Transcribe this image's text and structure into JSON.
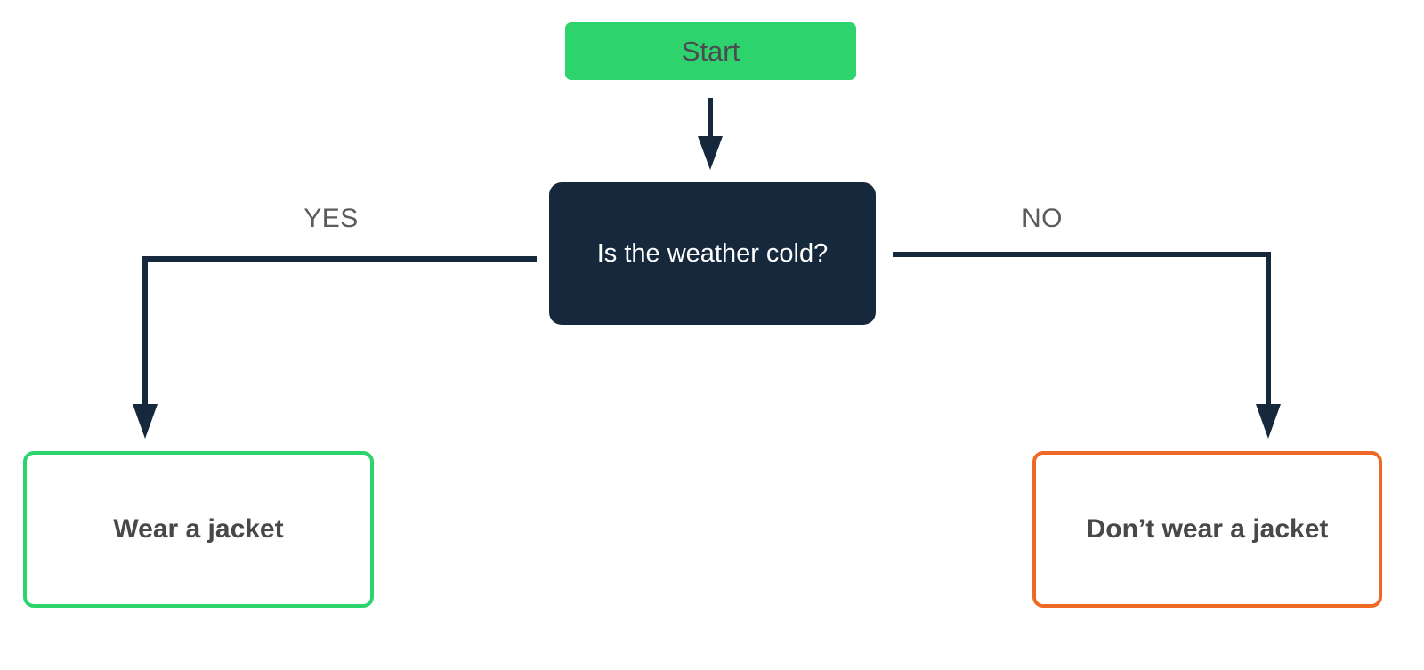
{
  "flowchart": {
    "nodes": {
      "start": {
        "label": "Start",
        "fill": "#2dd46e",
        "text_color": "#4d4a52"
      },
      "decision": {
        "label": "Is the weather cold?",
        "fill": "#16293c",
        "text_color": "#ffffff"
      },
      "yes_result": {
        "label": "Wear a jacket",
        "border_color": "#2bd46c",
        "text_color": "#484848"
      },
      "no_result": {
        "label": "Don’t wear a jacket",
        "border_color": "#ee6a24",
        "text_color": "#484848"
      }
    },
    "edges": {
      "yes_label": "YES",
      "no_label": "NO",
      "connector_color": "#16293c",
      "label_color": "#5a5b5f"
    }
  }
}
